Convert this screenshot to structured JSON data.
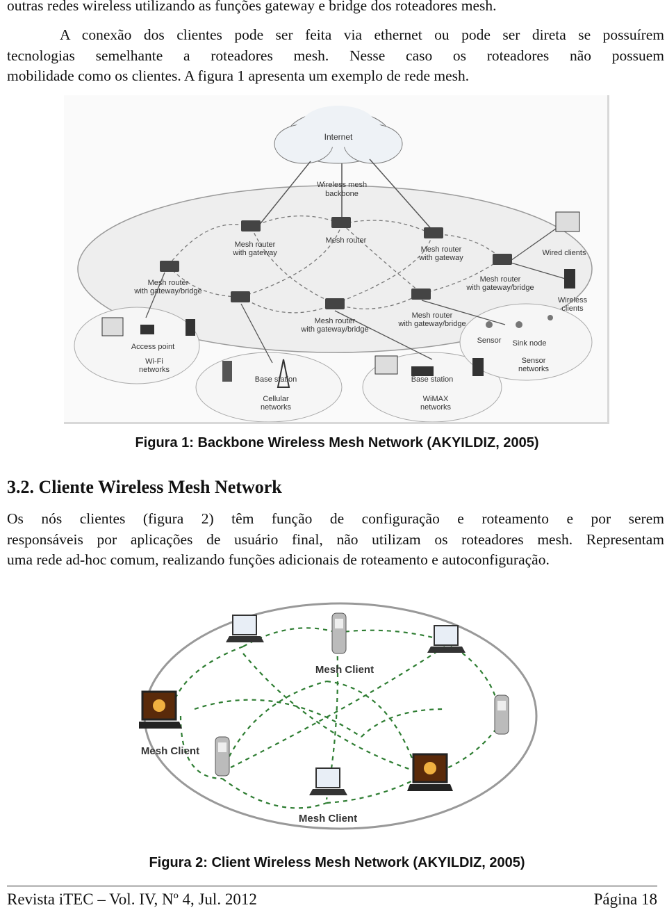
{
  "paragraph1": {
    "line1": "outras redes wireless utilizando as funções gateway e bridge dos roteadores mesh."
  },
  "paragraph2": {
    "line1": "A conexão dos clientes pode ser feita via ethernet ou pode ser direta se possuírem",
    "line2": "tecnologias semelhante a roteadores mesh. Nesse caso os roteadores não possuem",
    "line3": "mobilidade como os clientes. A figura 1 apresenta um exemplo de rede mesh."
  },
  "figure1": {
    "caption": "Figura 1: Backbone Wireless Mesh Network (AKYILDIZ, 2005)",
    "labels": {
      "internet": "Internet",
      "backbone1": "Wireless mesh",
      "backbone2": "backbone",
      "router_gw_1": "Mesh router",
      "router_gw_2": "with gateway",
      "router": "Mesh router",
      "router_gw_right_1": "Mesh router",
      "router_gw_right_2": "with gateway",
      "wired_clients": "Wired clients",
      "router_gb_left_1": "Mesh router",
      "router_gb_left_2": "with gateway/bridge",
      "router_gb_right_1": "Mesh router",
      "router_gb_right_2": "with gateway/bridge",
      "wireless_clients_1": "Wireless",
      "wireless_clients_2": "clients",
      "router_gb_center_1": "Mesh router",
      "router_gb_center_2": "with gateway/bridge",
      "router_gb_center2_1": "Mesh router",
      "router_gb_center2_2": "with gateway/bridge",
      "access_point": "Access point",
      "sensor": "Sensor",
      "sink_node": "Sink node",
      "wifi_1": "Wi-Fi",
      "wifi_2": "networks",
      "base_station_1": "Base station",
      "base_station_2": "Base station",
      "sensor_networks_1": "Sensor",
      "sensor_networks_2": "networks",
      "cellular_1": "Cellular",
      "cellular_2": "networks",
      "wimax_1": "WiMAX",
      "wimax_2": "networks"
    }
  },
  "section": {
    "heading": "3.2. Cliente Wireless Mesh Network",
    "line1": "Os nós clientes (figura 2) têm função de configuração e roteamento e por serem",
    "line2": "responsáveis por aplicações de usuário final, não utilizam os roteadores mesh. Representam",
    "line3": "uma rede ad-hoc comum, realizando funções adicionais de roteamento e autoconfiguração."
  },
  "figure2": {
    "caption": "Figura 2: Client Wireless Mesh Network (AKYILDIZ, 2005)",
    "labels": {
      "top": "Mesh Client",
      "left": "Mesh Client",
      "bottom": "Mesh Client"
    }
  },
  "footer": {
    "left": "Revista iTEC – Vol. IV, Nº 4, Jul. 2012",
    "right": "Página 18"
  },
  "colors": {
    "text": "#111111",
    "figure_lines": "#555555",
    "dashed_links": "#2e7d32",
    "cloud_fill": "#eef2f6",
    "ellipse_fill": "#eeeeee"
  }
}
